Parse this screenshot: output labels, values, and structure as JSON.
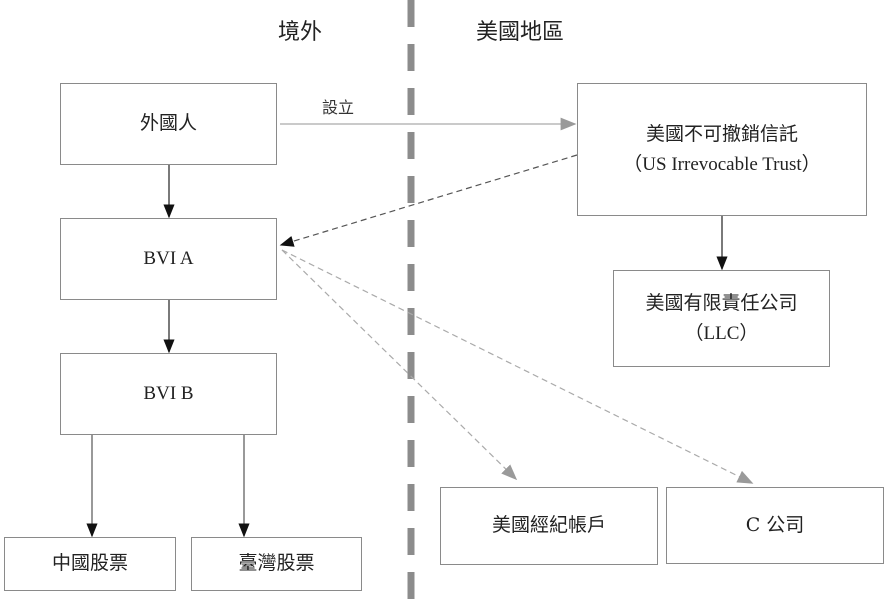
{
  "regions": {
    "offshore": "境外",
    "us": "美國地區"
  },
  "edge_labels": {
    "establish": "設立"
  },
  "nodes": {
    "foreigner": {
      "line1": "外國人"
    },
    "bvi_a": {
      "line1": "BVI A"
    },
    "bvi_b": {
      "line1": "BVI B"
    },
    "china_stock": {
      "line1": "中國股票"
    },
    "taiwan_stock": {
      "line1": "臺灣股票"
    },
    "us_trust": {
      "line1": "美國不可撤銷信託",
      "line2": "（US Irrevocable Trust）"
    },
    "us_llc": {
      "line1": "美國有限責任公司",
      "line2": "（LLC）"
    },
    "us_brokerage": {
      "line1": "美國經紀帳戶"
    },
    "c_company": {
      "line1": "C 公司"
    }
  },
  "edges": [
    {
      "from": "foreigner",
      "to": "bvi_a",
      "style": "solid"
    },
    {
      "from": "bvi_a",
      "to": "bvi_b",
      "style": "solid"
    },
    {
      "from": "bvi_b",
      "to": "china_stock",
      "style": "solid"
    },
    {
      "from": "bvi_b",
      "to": "taiwan_stock",
      "style": "solid"
    },
    {
      "from": "foreigner",
      "to": "us_trust",
      "style": "solid-gray",
      "label": "設立"
    },
    {
      "from": "us_trust",
      "to": "bvi_a",
      "style": "dashed"
    },
    {
      "from": "us_trust",
      "to": "us_llc",
      "style": "solid"
    },
    {
      "from": "bvi_a",
      "to": "us_brokerage",
      "style": "dashed-gray"
    },
    {
      "from": "bvi_a",
      "to": "c_company",
      "style": "dashed-gray"
    }
  ],
  "colors": {
    "divider": "#8c8c8c",
    "box_border": "#8a8a8a",
    "arrow_dark": "#111111",
    "arrow_gray": "#9a9a9a"
  }
}
